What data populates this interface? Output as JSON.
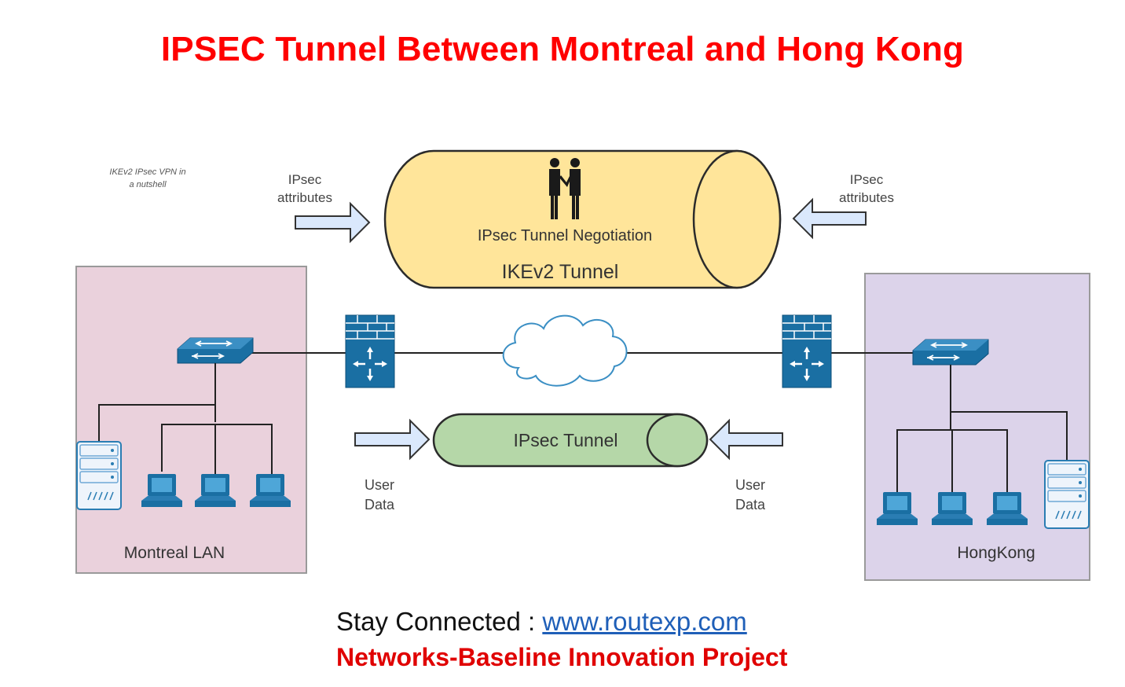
{
  "title": "IPSEC Tunnel Between Montreal and Hong Kong",
  "diagram": {
    "note": "IKEv2 IPsec VPN in a nutshell",
    "left_attributes_label": [
      "IPsec",
      "attributes"
    ],
    "right_attributes_label": [
      "IPsec",
      "attributes"
    ],
    "ike_tunnel": {
      "negotiation_label": "IPsec Tunnel Negotiation",
      "tunnel_label": "IKEv2 Tunnel"
    },
    "ipsec_tunnel_label": "IPsec Tunnel",
    "left_user_data_label": [
      "User",
      "Data"
    ],
    "right_user_data_label": [
      "User",
      "Data"
    ],
    "sites": {
      "left": {
        "label": "Montreal LAN"
      },
      "right": {
        "label": "HongKong"
      }
    }
  },
  "footer": {
    "stay_connected_prefix": "Stay Connected : ",
    "website": "www.routexp.com",
    "project": "Networks-Baseline Innovation Project"
  },
  "colors": {
    "title": "#ff0000",
    "ike_tunnel_fill": "#ffe59a",
    "ipsec_tunnel_fill": "#b5d7a8",
    "left_site_fill": "#ead1dc",
    "right_site_fill": "#dcd3ea",
    "device_blue": "#1a6fa3",
    "arrow_fill": "#dae8fc"
  }
}
